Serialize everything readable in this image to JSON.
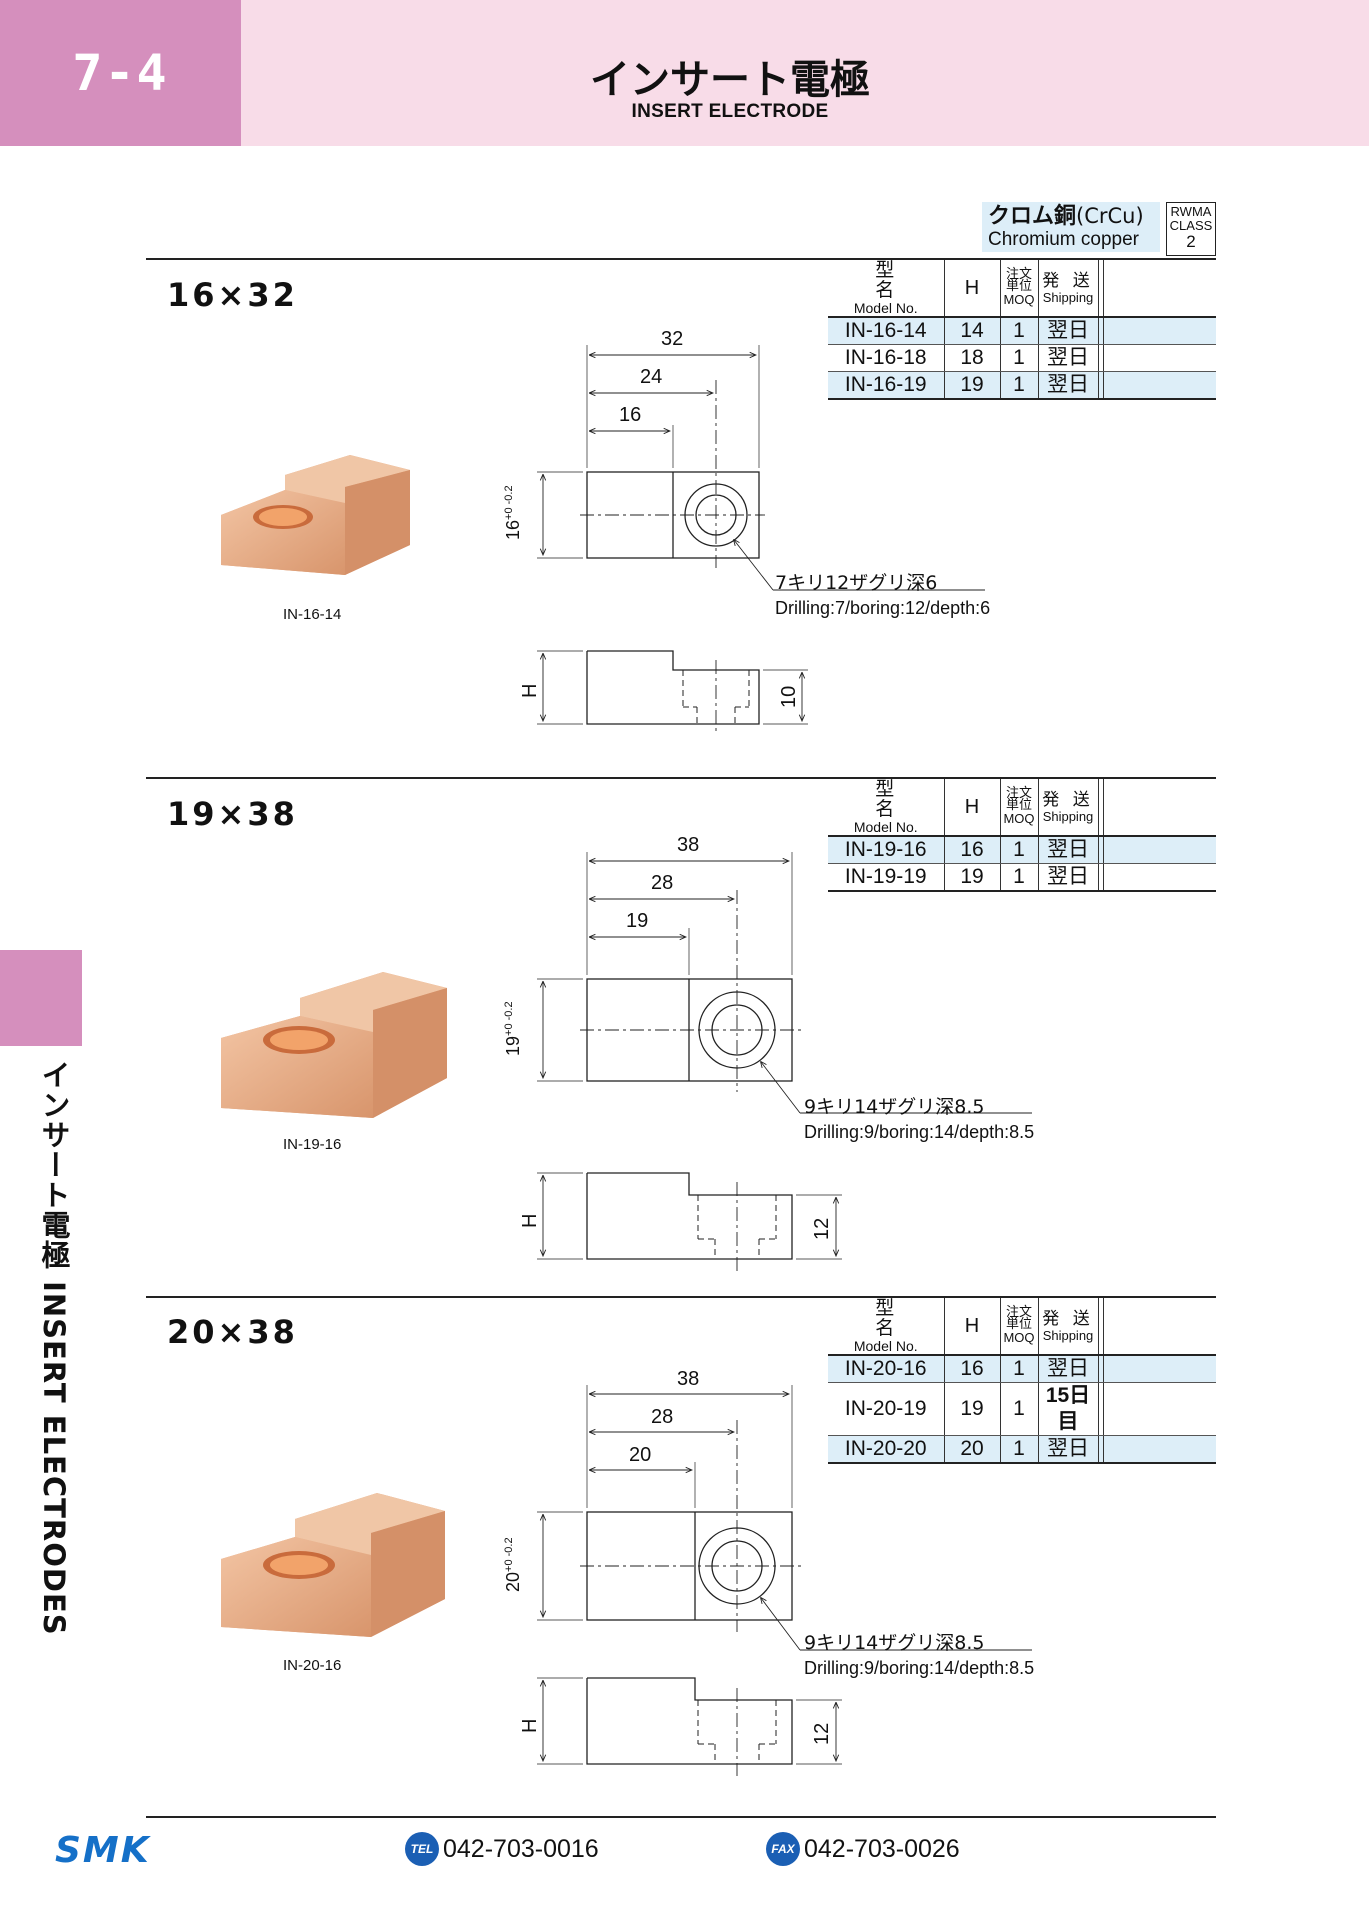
{
  "header": {
    "section_number": "7-4",
    "title": "インサート電極",
    "subtitle": "INSERT ELECTRODE"
  },
  "side_tab": {
    "label": "インサート電極 INSERT ELECTRODES"
  },
  "material": {
    "name_jp": "クロム銅",
    "formula": "(CrCu)",
    "name_en": "Chromium copper",
    "rwma_label_1": "RWMA",
    "rwma_label_2": "CLASS",
    "rwma_value": "2"
  },
  "table_headers": {
    "model_jp": "型　名",
    "model_en": "Model No.",
    "h": "H",
    "moq_jp_1": "注文",
    "moq_jp_2": "単位",
    "moq_en": "MOQ",
    "ship_jp": "発 送",
    "ship_en": "Shipping"
  },
  "sections": [
    {
      "title": "16×32",
      "photo_label": "IN-16-14",
      "rows": [
        {
          "model": "IN-16-14",
          "h": "14",
          "moq": "1",
          "ship": "翌日"
        },
        {
          "model": "IN-16-18",
          "h": "18",
          "moq": "1",
          "ship": "翌日"
        },
        {
          "model": "IN-16-19",
          "h": "19",
          "moq": "1",
          "ship": "翌日"
        }
      ],
      "dims": {
        "overall": "32",
        "mid": "24",
        "step": "16",
        "width": "16",
        "width_tol": "+0 -0.2",
        "height_label": "H",
        "depth": "10"
      },
      "note_jp": "7キリ12ザグリ深6",
      "note_en": "Drilling:7/boring:12/depth:6"
    },
    {
      "title": "19×38",
      "photo_label": "IN-19-16",
      "rows": [
        {
          "model": "IN-19-16",
          "h": "16",
          "moq": "1",
          "ship": "翌日"
        },
        {
          "model": "IN-19-19",
          "h": "19",
          "moq": "1",
          "ship": "翌日"
        }
      ],
      "dims": {
        "overall": "38",
        "mid": "28",
        "step": "19",
        "width": "19",
        "width_tol": "+0 -0.2",
        "height_label": "H",
        "depth": "12"
      },
      "note_jp": "9キリ14ザグリ深8.5",
      "note_en": "Drilling:9/boring:14/depth:8.5"
    },
    {
      "title": "20×38",
      "photo_label": "IN-20-16",
      "rows": [
        {
          "model": "IN-20-16",
          "h": "16",
          "moq": "1",
          "ship": "翌日"
        },
        {
          "model": "IN-20-19",
          "h": "19",
          "moq": "1",
          "ship": "15日目"
        },
        {
          "model": "IN-20-20",
          "h": "20",
          "moq": "1",
          "ship": "翌日"
        }
      ],
      "dims": {
        "overall": "38",
        "mid": "28",
        "step": "20",
        "width": "20",
        "width_tol": "+0 -0.2",
        "height_label": "H",
        "depth": "12"
      },
      "note_jp": "9キリ14ザグリ深8.5",
      "note_en": "Drilling:9/boring:14/depth:8.5"
    }
  ],
  "footer": {
    "logo": "SMK",
    "tel_badge": "TEL",
    "tel": "042-703-0016",
    "fax_badge": "FAX",
    "fax": "042-703-0026"
  },
  "colors": {
    "header_pink": "#f8dce8",
    "tab_pink": "#d58fbd",
    "table_blue": "#ddeef8",
    "copper": "#e8a97f",
    "logo_blue": "#1570c8"
  }
}
